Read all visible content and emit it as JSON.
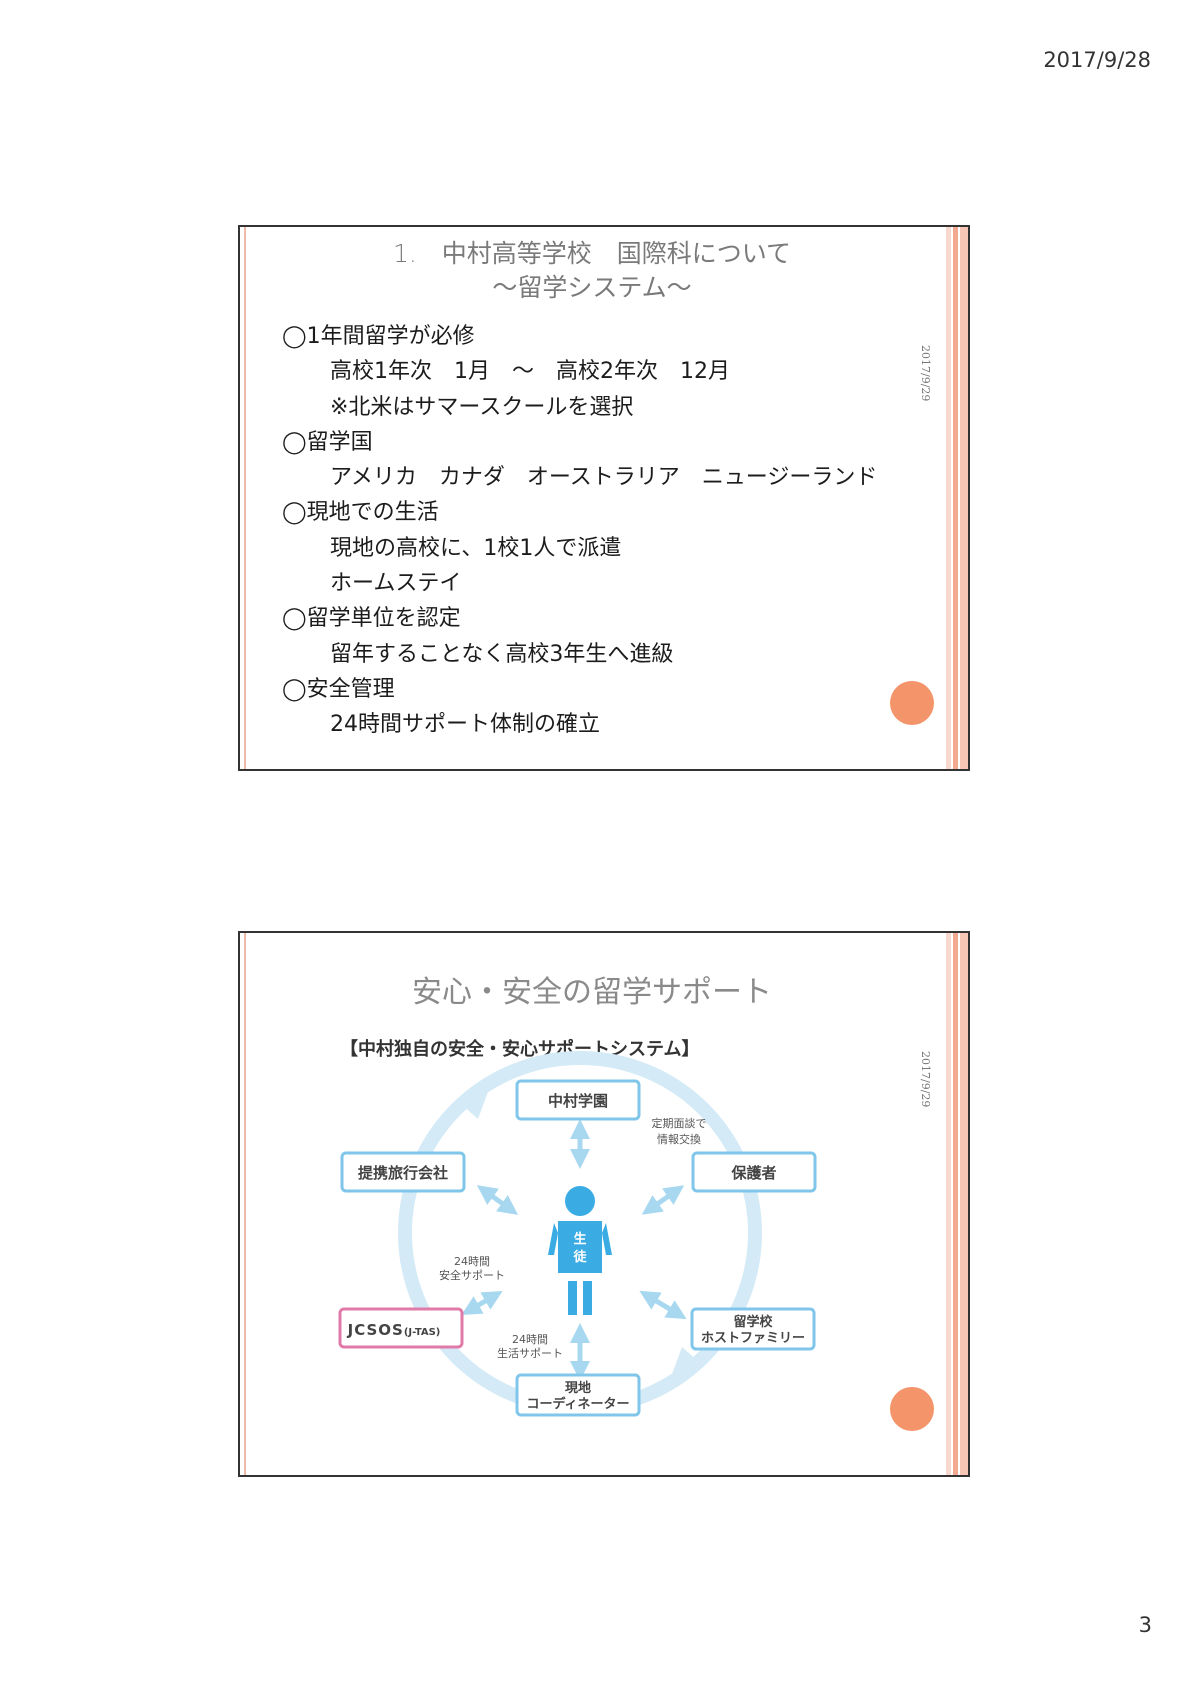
{
  "page": {
    "date": "2017/9/28",
    "number": "3"
  },
  "slide1": {
    "side_date": "2017/9/29",
    "title_line1": "1.　中村高等学校　国際科について",
    "title_line2": "〜留学システム〜",
    "sections": [
      {
        "heading": "◯1年間留学が必修",
        "details": [
          "高校1年次　1月　〜　高校2年次　12月",
          "※北米はサマースクールを選択"
        ]
      },
      {
        "heading": "◯留学国",
        "details": [
          "アメリカ　カナダ　オーストラリア　ニュージーランド"
        ]
      },
      {
        "heading": "◯現地での生活",
        "details": [
          "現地の高校に、1校1人で派遣",
          "ホームステイ"
        ]
      },
      {
        "heading": "◯留学単位を認定",
        "details": [
          "留年することなく高校3年生へ進級"
        ]
      },
      {
        "heading": "◯安全管理",
        "details": [
          "24時間サポート体制の確立"
        ]
      }
    ]
  },
  "slide2": {
    "side_date": "2017/9/29",
    "title": "安心・安全の留学サポート",
    "subtitle": "【中村独自の安全・安心サポートシステム】",
    "diagram": {
      "center": {
        "line1": "生",
        "line2": "徒"
      },
      "top": "中村学園",
      "left": "提携旅行会社",
      "right": "保護者",
      "jcsos": "JCSOS",
      "jcsos_small": "(J-TAS)",
      "bottom_line1": "現地",
      "bottom_line2": "コーディネーター",
      "host_line1": "留学校",
      "host_line2": "ホストファミリー",
      "note_top_right_line1": "定期面談で",
      "note_top_right_line2": "情報交換",
      "note_left_line1": "24時間",
      "note_left_line2": "安全サポート",
      "note_bottom_line1": "24時間",
      "note_bottom_line2": "生活サポート"
    },
    "colors": {
      "box_border": "#7fc6ea",
      "jcsos_border": "#e07aa8",
      "figure": "#3aace3",
      "arrow": "#a8d8f0",
      "circle": "#d4ebf7"
    }
  }
}
